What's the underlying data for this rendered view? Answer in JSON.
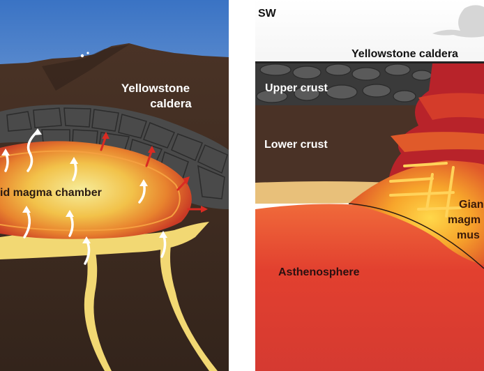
{
  "left_panel": {
    "caldera_label_line1": "Yellowstone",
    "caldera_label_line2": "caldera",
    "chamber_label": "id magma chamber"
  },
  "right_panel": {
    "direction_label": "SW",
    "caldera_label": "Yellowstone caldera",
    "upper_crust_label": "Upper crust",
    "lower_crust_label": "Lower crust",
    "mush_label_line1": "Gian",
    "mush_label_line2": "magm",
    "mush_label_line3": "mus",
    "asthenosphere_label": "Asthenosphere"
  },
  "colors": {
    "sky_top": "#3f77c7",
    "sky_bottom": "#d8e8f6",
    "crust_dark": "#3a2820",
    "rock_gray": "#4d4d4d",
    "magma_red": "#d8452c",
    "magma_yellow": "#f4e07a",
    "asthenosphere": "#e0412f"
  }
}
